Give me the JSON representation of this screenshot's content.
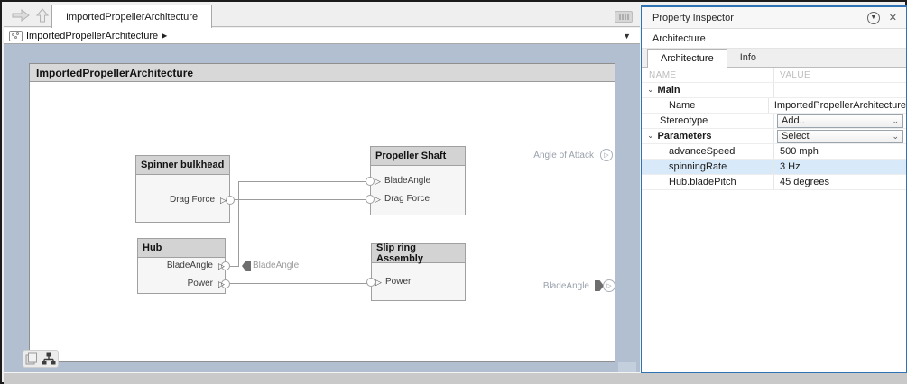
{
  "tab_strip": {
    "tab_label": "ImportedPropellerArchitecture"
  },
  "breadcrumb": {
    "path": "ImportedPropellerArchitecture",
    "caret": "▶",
    "dropdown": "▼"
  },
  "canvas": {
    "title": "ImportedPropellerArchitecture",
    "blocks": [
      {
        "name": "Spinner bulkhead",
        "ports": [
          {
            "name": "Drag Force",
            "side": "right"
          }
        ]
      },
      {
        "name": "Propeller Shaft",
        "ports": [
          {
            "name": "BladeAngle",
            "side": "left"
          },
          {
            "name": "Drag Force",
            "side": "left"
          }
        ]
      },
      {
        "name": "Hub",
        "ports": [
          {
            "name": "BladeAngle",
            "side": "right"
          },
          {
            "name": "Power",
            "side": "right"
          }
        ]
      },
      {
        "name": "Slip ring Assembly",
        "ports": [
          {
            "name": "Power",
            "side": "left"
          }
        ]
      }
    ],
    "connector_tag": "BladeAngle",
    "external_ports": [
      {
        "label": "Angle of Attack"
      },
      {
        "label": "BladeAngle"
      }
    ],
    "port_glyph": "▷"
  },
  "property_inspector": {
    "title": "Property Inspector",
    "menu_glyph": "▼",
    "close_glyph": "✕",
    "object_name": "Architecture",
    "tabs": [
      {
        "label": "Architecture"
      },
      {
        "label": "Info"
      }
    ],
    "table": {
      "columns": [
        "NAME",
        "VALUE"
      ],
      "group_chevron": "⌄",
      "rows": [
        {
          "type": "group",
          "name": "Main",
          "value": ""
        },
        {
          "type": "field",
          "name": "Name",
          "value": "ImportedPropellerArchitecture"
        },
        {
          "type": "dropdown",
          "name": "Stereotype",
          "value": "Add.."
        },
        {
          "type": "group-dropdown",
          "name": "Parameters",
          "value": "Select"
        },
        {
          "type": "field",
          "name": "advanceSpeed",
          "value": "500 mph"
        },
        {
          "type": "field",
          "name": "spinningRate",
          "value": "3 Hz",
          "highlighted": true
        },
        {
          "type": "field",
          "name": "Hub.bladePitch",
          "value": "45 degrees"
        }
      ]
    }
  },
  "colors": {
    "canvas_bg": "#b1bfd0",
    "panel_accent": "#2e74b5",
    "block_header": "#d3d3d3",
    "highlight_row": "#d8eafa",
    "wire": "#9b9b9b"
  }
}
